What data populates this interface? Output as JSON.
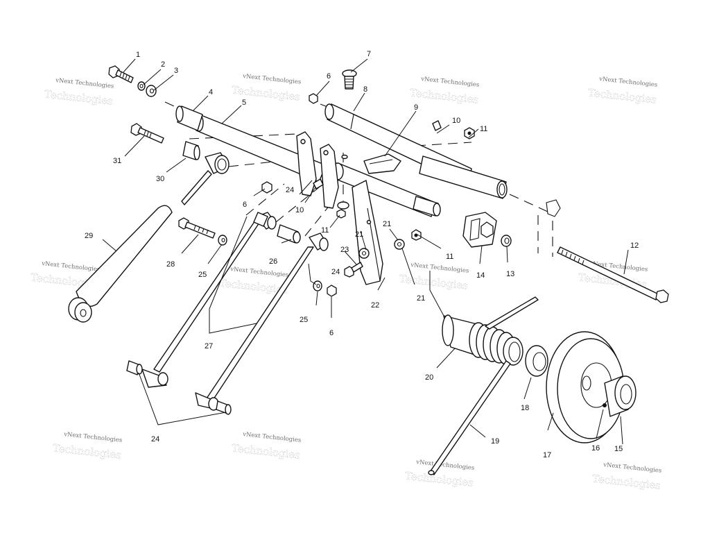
{
  "diagram": {
    "title": "Exploded parts diagram - rear suspension arm assembly",
    "callouts": [
      "1",
      "2",
      "3",
      "4",
      "5",
      "6",
      "7",
      "8",
      "9",
      "10",
      "11",
      "12",
      "13",
      "14",
      "15",
      "16",
      "17",
      "18",
      "19",
      "20",
      "21",
      "22",
      "23",
      "24",
      "25",
      "26",
      "27",
      "28",
      "29",
      "30",
      "31"
    ],
    "labels": {
      "c1": "1",
      "c2": "2",
      "c3": "3",
      "c4": "4",
      "c5": "5",
      "c6a": "6",
      "c6b": "6",
      "c6c": "6",
      "c7": "7",
      "c8": "8",
      "c9": "9",
      "c10a": "10",
      "c10b": "10",
      "c11a": "11",
      "c11b": "11",
      "c11c": "11",
      "c12": "12",
      "c13": "13",
      "c14": "14",
      "c15": "15",
      "c16": "16",
      "c17": "17",
      "c18": "18",
      "c19": "19",
      "c20": "20",
      "c21a": "21",
      "c21b": "21",
      "c21c": "21",
      "c22": "22",
      "c23": "23",
      "c24a": "24",
      "c24b": "24",
      "c24c": "24",
      "c25a": "25",
      "c25b": "25",
      "c26": "26",
      "c27": "27",
      "c28": "28",
      "c29": "29",
      "c30": "30",
      "c31": "31"
    }
  },
  "watermark": {
    "text": "vNext Technologies",
    "ghost": "Technologies"
  }
}
